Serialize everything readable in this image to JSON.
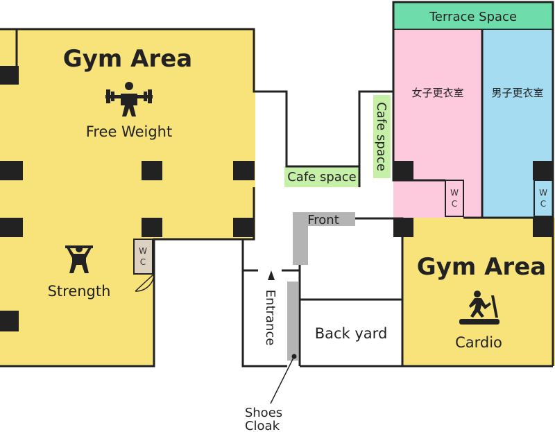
{
  "labels": {
    "gym_area_left": "Gym Area",
    "free_weight": "Free Weight",
    "strength": "Strength",
    "gym_area_right": "Gym Area",
    "cardio": "Cardio",
    "terrace_space": "Terrace Space",
    "womens_locker": "女子更衣室",
    "mens_locker": "男子更衣室",
    "cafe_space_horizontal": "Cafe space",
    "cafe_space_vertical": "Cafe space",
    "front": "Front",
    "entrance": "Entrance",
    "back_yard": "Back yard",
    "shoes_line1": "Shoes",
    "shoes_line2": "Cloak",
    "wc_w": "W",
    "wc_c": "C"
  },
  "icons": {
    "free_weight": "weightlifter-icon",
    "strength": "squat-icon",
    "cardio": "treadmill-icon",
    "entrance_arrow": "arrow-up-icon"
  },
  "colors": {
    "gym": "#f7e37a",
    "terrace": "#6fdcab",
    "womens": "#fdc9dd",
    "mens": "#a6dcf2",
    "cafe": "#c6f0a8",
    "front_desk": "#b4b4b4",
    "wall": "#222222",
    "wc_tan": "#ddd2c2"
  }
}
